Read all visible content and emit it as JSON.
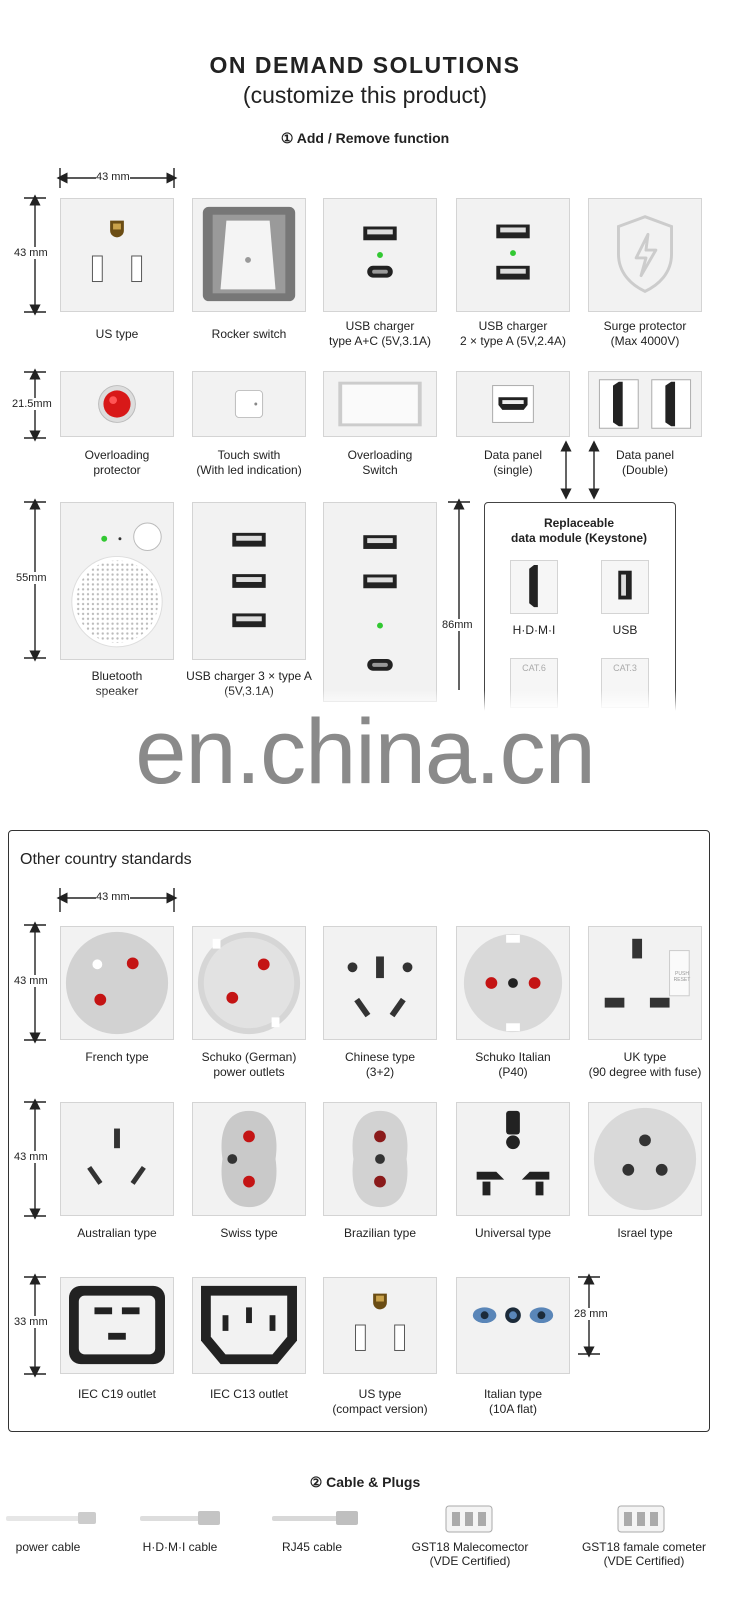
{
  "header": {
    "title": "ON DEMAND SOLUTIONS",
    "subtitle": "(customize this product)"
  },
  "section1": {
    "title": "① Add / Remove function"
  },
  "dims": {
    "w43": "43 mm",
    "h43": "43 mm",
    "h215": "21.5mm",
    "h55": "55mm",
    "h86": "86mm",
    "h43b": "43 mm",
    "h43c": "43 mm",
    "w43b": "43 mm",
    "h33": "33 mm",
    "h28": "28 mm"
  },
  "row1": [
    "US type",
    "Rocker switch",
    "USB charger\ntype A+C (5V,3.1A)",
    "USB charger\n2 × type A (5V,2.4A)",
    "Surge protector\n(Max 4000V)"
  ],
  "row2": [
    "Overloading\nprotector",
    "Touch swith\n(With led indication)",
    "Overloading\nSwitch",
    "Data panel\n(single)",
    "Data panel\n(Double)"
  ],
  "row3": [
    "Bluetooth\nspeaker",
    "USB charger 3 × type A\n(5V,3.1A)"
  ],
  "keystone": {
    "title": "Replaceable\ndata module (Keystone)",
    "hdmi": "H·D·M·I",
    "usb": "USB",
    "cat6": "CAT.6",
    "cat3": "CAT.3"
  },
  "watermark": "en.china.cn",
  "other": {
    "title": "Other country standards",
    "row1": [
      "French type",
      "Schuko (German)\npower outlets",
      "Chinese type\n(3+2)",
      "Schuko Italian\n(P40)",
      "UK type\n(90 degree with fuse)"
    ],
    "row2": [
      "Australian type",
      "Swiss type",
      "Brazilian type",
      "Universal type",
      "Israel type"
    ],
    "row3": [
      "IEC C19 outlet",
      "IEC C13 outlet",
      "US type\n(compact version)",
      "Italian type\n(10A flat)"
    ],
    "uk_switch": "PUSH\nRESET"
  },
  "section2": {
    "title": "② Cable & Plugs"
  },
  "cables": [
    "power cable",
    "H·D·M·I cable",
    "RJ45 cable",
    "GST18 Malecomector\n(VDE Certified)",
    "GST18 famale cometer\n(VDE Certified)"
  ],
  "colors": {
    "tile": "#f2f2f2",
    "red": "#cc1a1a",
    "green": "#32c832",
    "text": "#222222"
  }
}
